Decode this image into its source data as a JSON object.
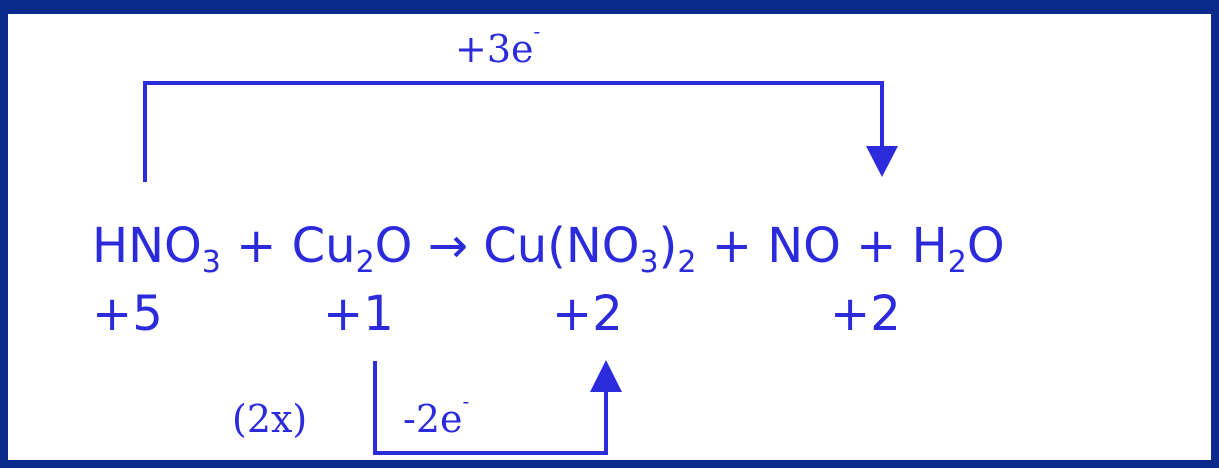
{
  "colors": {
    "frame": "#0a2a8c",
    "ink": "#2b2bdc",
    "background": "#ffffff"
  },
  "gain_label": {
    "text": "+3e",
    "sup": "-"
  },
  "loss_label": {
    "text": "-2e",
    "sup": "-"
  },
  "multiplier": "(2x)",
  "equation": {
    "hno3": {
      "base": "HNO",
      "sub": "3"
    },
    "plus1": "+",
    "cu2o": {
      "a": "Cu",
      "sub": "2",
      "b": "O"
    },
    "arrow": "→",
    "cuno32": {
      "a": "Cu(NO",
      "sub1": "3",
      "b": ")",
      "sub2": "2"
    },
    "plus2": "+",
    "no": "NO",
    "plus3": "+",
    "h2o": {
      "a": "H",
      "sub": "2",
      "b": "O"
    }
  },
  "oxidation_states": [
    "+5",
    "+1",
    "+2",
    "+2"
  ]
}
